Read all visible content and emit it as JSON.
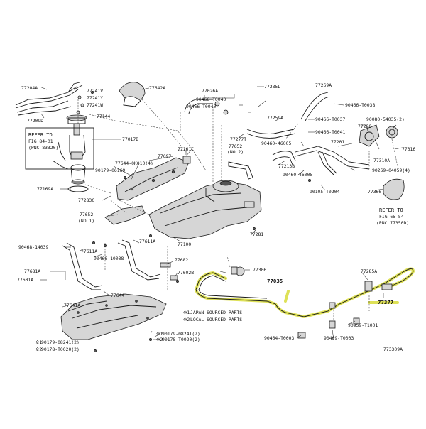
{
  "colors": {
    "highlight": "#d8dc3a",
    "ink": "#1a1a1a",
    "part_fill": "#d6d6d6"
  },
  "labels": {
    "l77204A": "77204A",
    "l77209D": "77209D",
    "l77241V": "77241V",
    "l77241Y": "77241Y",
    "l77241W": "77241W",
    "l77144": "77144",
    "l77642A": "77642A",
    "l77017B": "77017B",
    "l77161C": "77161C",
    "l77697": "77697",
    "l77644": "77644-0K010(4)",
    "l90179a": "90179-06169",
    "l77169A": "77169A",
    "l77283C": "77283C",
    "l77652a": "77652",
    "l77652a_no": "(NO.1)",
    "l77026A": "77026A",
    "l90466_40": "90466-T0040",
    "l77285L": "77285L",
    "l77259A": "77259A",
    "l77277T": "77277T",
    "l77652b": "77652",
    "l77652b_no": "(NO.2)",
    "l90466_37": "90466-T0037",
    "l90466_41": "90466-T0041",
    "l77269A": "77269A",
    "l90466_38": "90466-T0038",
    "l90460_05a": "90460-46005",
    "l77201": "77201",
    "l77213B": "77213B",
    "l90460_05b": "90460-46005",
    "l90105": "90105-T0204",
    "l90080": "90080-54035(2)",
    "l77290": "77290",
    "l77310A": "77310A",
    "l77316": "77316",
    "l90269": "90269-04059(4)",
    "l77366": "77366",
    "l77281": "77281",
    "l77100": "77100",
    "l77611A_a": "77611A",
    "l77611A_b": "77611A",
    "l90468_39": "90468-14039",
    "l90468_38": "90468-10038",
    "l77682": "77682",
    "l77602B": "77602B",
    "l77681A": "77681A",
    "l77601A": "77601A",
    "l77644b": "77644",
    "l77641A": "77641A",
    "l77306": "77306",
    "l77035": "77035",
    "l77285A": "77285A",
    "l77377": "77377",
    "l90959": "90959-T1001",
    "l90464": "90464-T0003",
    "l90469": "90469-T0003",
    "l90179b": "90179-08241(2)",
    "l90178": "90178-T0020(2)",
    "l90179c": "90179-08241(2)",
    "l90178b": "90178-T0020(2)",
    "l773309A": "773309A"
  },
  "refer1": {
    "line1": "REFER TO",
    "line2": "FIG 84-01",
    "line3": "(PNC 83320)"
  },
  "refer2": {
    "line1": "REFER TO",
    "line2": "FIG 65-54",
    "line3": "(PNC 77350D)"
  },
  "legend": {
    "m1": "※1",
    "m2": "※2",
    "row1": "JAPAN SOURCED PARTS",
    "row2": "LOCAL SOURCED PARTS"
  }
}
